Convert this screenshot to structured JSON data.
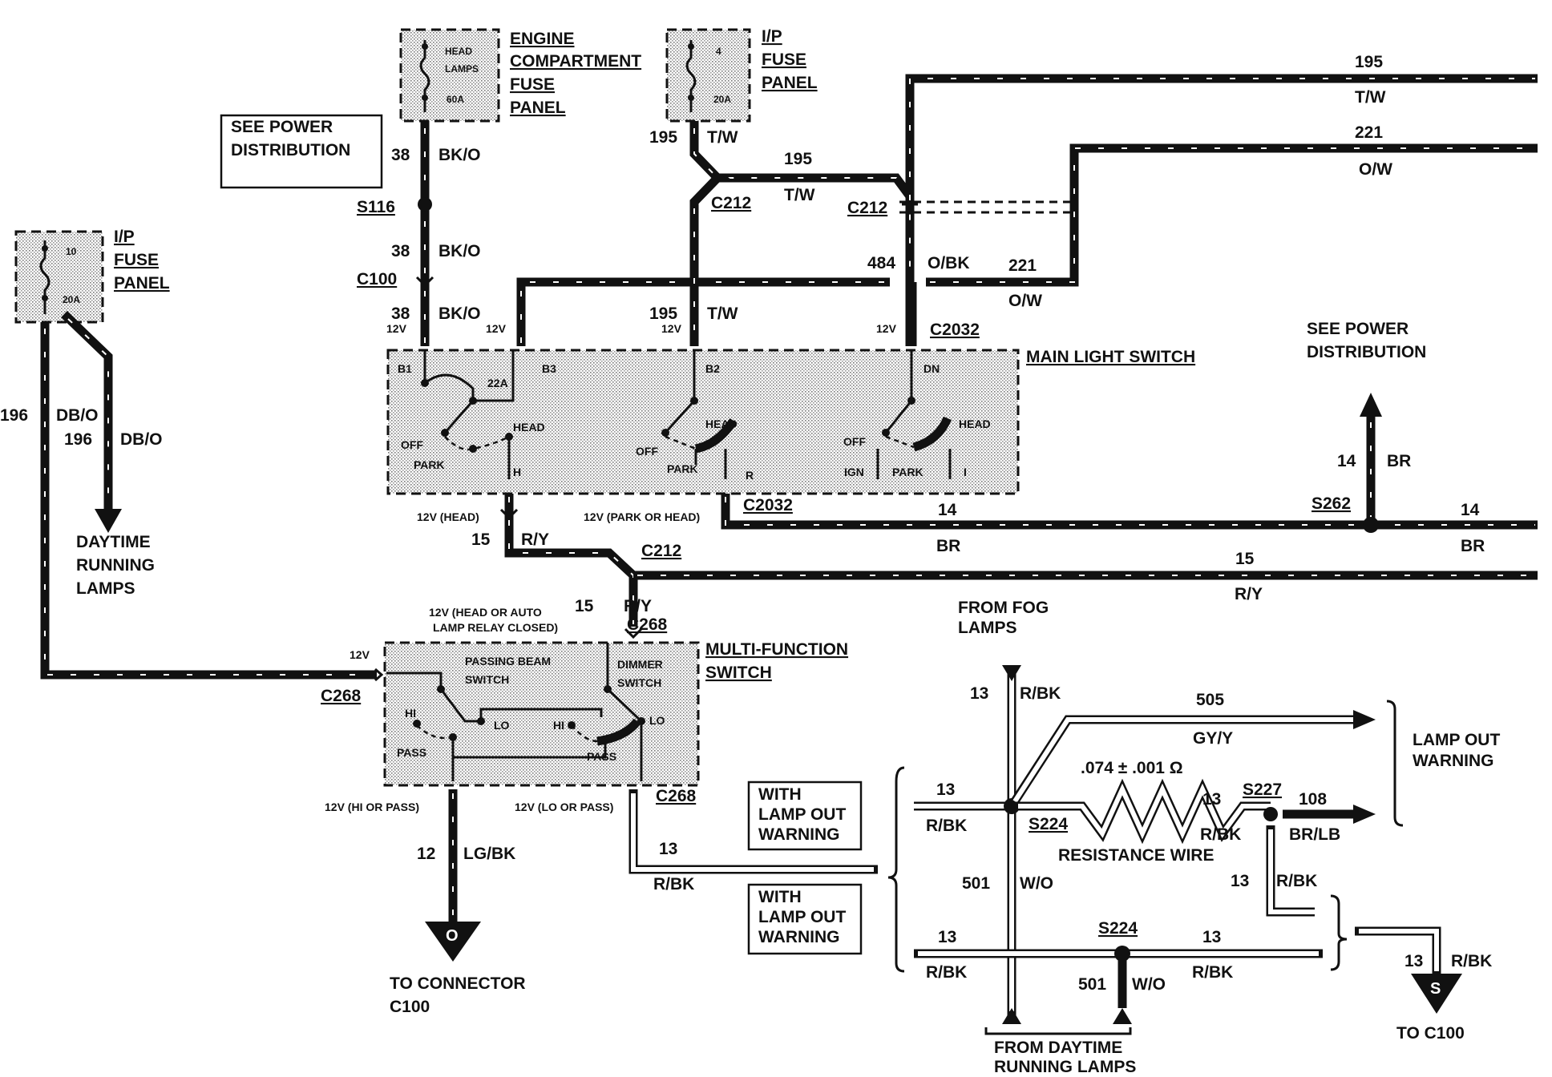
{
  "fuse_panels": {
    "engine": {
      "title": [
        "ENGINE",
        "COMPARTMENT",
        "FUSE",
        "PANEL"
      ],
      "fuse_name": [
        "HEAD",
        "LAMPS"
      ],
      "rating": "60A"
    },
    "ip_right": {
      "title": [
        "I/P",
        "FUSE",
        "PANEL"
      ],
      "fuse_no": "4",
      "rating": "20A"
    },
    "ip_left": {
      "title": [
        "I/P",
        "FUSE",
        "PANEL"
      ],
      "fuse_no": "10",
      "rating": "20A"
    }
  },
  "notes": {
    "power_top": [
      "SEE POWER",
      "DISTRIBUTION"
    ],
    "power_right": [
      "SEE POWER",
      "DISTRIBUTION"
    ],
    "with_lamp_out_1": [
      "WITH",
      "LAMP OUT",
      "WARNING"
    ],
    "with_lamp_out_2": [
      "WITH",
      "LAMP OUT",
      "WARNING"
    ],
    "lamp_out_warning": [
      "LAMP OUT",
      "WARNING"
    ]
  },
  "destinations": {
    "drl": [
      "DAYTIME",
      "RUNNING",
      "LAMPS"
    ],
    "to_connector": [
      "TO CONNECTOR",
      "C100"
    ],
    "from_fog": [
      "FROM FOG",
      "LAMPS"
    ],
    "from_drl": [
      "FROM DAYTIME",
      "RUNNING LAMPS"
    ],
    "to_c100": "TO  C100",
    "conn_o": "O",
    "conn_s": "S"
  },
  "circuits": {
    "c38a": "38",
    "c38a_color": "BK/O",
    "c38b": "38",
    "c38b_color": "BK/O",
    "c38c": "38",
    "c38c_color": "BK/O",
    "c195_fuse": "195",
    "c195_fuse_color": "T/W",
    "c195_mid": "195",
    "c195_mid_color": "T/W",
    "c195_sw": "195",
    "c195_sw_color": "T/W",
    "c195_right": "195",
    "c195_right_color": "T/W",
    "c221_right": "221",
    "c221_right_color": "O/W",
    "c221_mid": "221",
    "c221_mid_color": "O/W",
    "c484": "484",
    "c484_color": "O/BK",
    "c196_left": "196",
    "c196_left_color": "DB/O",
    "c196_right": "196",
    "c196_right_color": "DB/O",
    "c15_a": "15",
    "c15_a_color": "R/Y",
    "c15_b": "15",
    "c15_b_color": "R/Y",
    "c15_long": "15",
    "c15_long_color": "R/Y",
    "c14_mid": "14",
    "c14_mid_color": "BR",
    "c14_up": "14",
    "c14_up_color": "BR",
    "c14_right": "14",
    "c14_right_color": "BR",
    "c12": "12",
    "c12_color": "LG/BK",
    "c13_sw": "13",
    "c13_sw_color": "R/BK",
    "c13_fog": "13",
    "c13_fog_color": "R/BK",
    "c505": "505",
    "c505_color": "GY/Y",
    "c13_s224": "13",
    "c13_s224_color": "R/BK",
    "c13_s227": "13",
    "c13_s227_color": "R/BK",
    "c108": "108",
    "c108_color": "BR/LB",
    "c13_down": "13",
    "c13_down_color": "R/BK",
    "c501a": "501",
    "c501a_color": "W/O",
    "c13_low_l": "13",
    "c13_low_l_color": "R/BK",
    "c13_low_r": "13",
    "c13_low_r_color": "R/BK",
    "c501b": "501",
    "c501b_color": "W/O",
    "c13_to_s": "13",
    "c13_to_s_color": "R/BK"
  },
  "connectors": {
    "s116": "S116",
    "c100": "C100",
    "c212_a": "C212",
    "c212_b": "C212",
    "c212_c": "C212",
    "c2032_a": "C2032",
    "c2032_b": "C2032",
    "s262": "S262",
    "c268_a": "C268",
    "c268_b": "C268",
    "c268_c": "C268",
    "s224_a": "S224",
    "s224_b": "S224",
    "s227": "S227"
  },
  "main_switch": {
    "title": "MAIN LIGHT SWITCH",
    "pins": {
      "b1": "B1",
      "b3": "B3",
      "b2": "B2",
      "dn": "DN",
      "h": "H",
      "r": "R",
      "i": "I",
      "ign": "IGN"
    },
    "fuse": "22A",
    "positions": {
      "off1": "OFF",
      "park1": "PARK",
      "head1": "HEAD",
      "off2": "OFF",
      "park2": "PARK",
      "head2": "HEAD",
      "off3": "OFF",
      "park3": "PARK",
      "head3": "HEAD"
    }
  },
  "mf_switch": {
    "title": [
      "MULTI-FUNCTION",
      "SWITCH"
    ],
    "passing": [
      "PASSING  BEAM",
      "SWITCH"
    ],
    "dimmer": [
      "DIMMER",
      "SWITCH"
    ],
    "hi1": "HI",
    "lo1": "LO",
    "pass1": "PASS",
    "hi2": "HI",
    "lo2": "LO",
    "pass2": "PASS"
  },
  "voltages": {
    "v1": "12V",
    "v2": "12V",
    "v3": "12V",
    "v4": "12V",
    "head": "12V (HEAD)",
    "park_or_head": "12V (PARK OR HEAD)",
    "auto": [
      "12V (HEAD OR AUTO",
      "LAMP RELAY CLOSED)"
    ],
    "mf": "12V",
    "hi_pass": "12V (HI OR PASS)",
    "lo_pass": "12V (LO OR PASS)"
  },
  "resistor": {
    "value": ".074 ± .001 Ω",
    "label": "RESISTANCE WIRE"
  }
}
